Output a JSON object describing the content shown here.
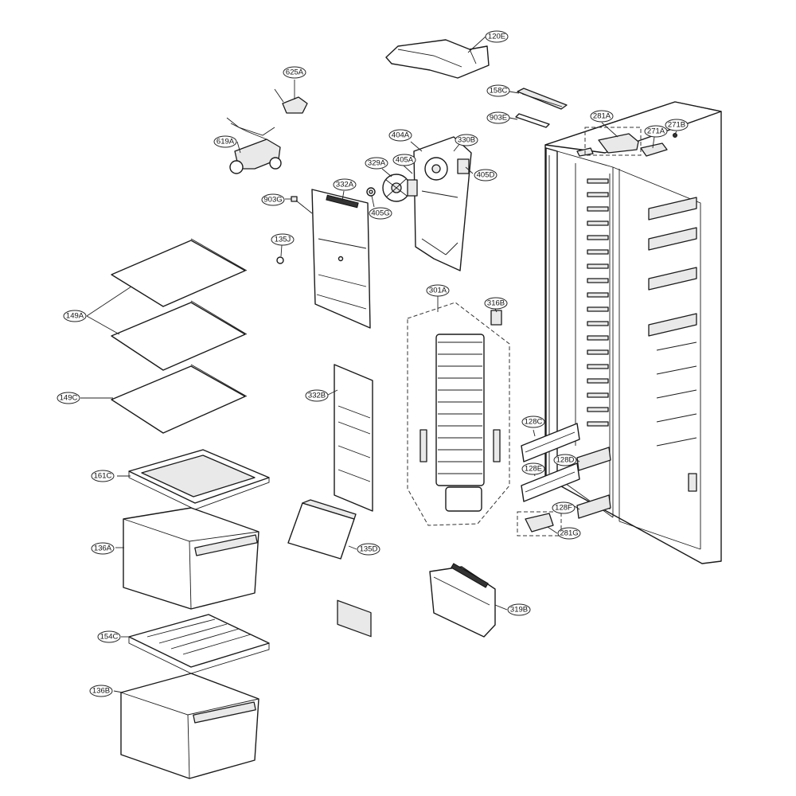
{
  "callouts": [
    {
      "id": "c120E",
      "label": "120E"
    },
    {
      "id": "c625A",
      "label": "625A"
    },
    {
      "id": "c158C",
      "label": "158C"
    },
    {
      "id": "c903E",
      "label": "903E"
    },
    {
      "id": "c281A",
      "label": "281A"
    },
    {
      "id": "c271A",
      "label": "271A"
    },
    {
      "id": "c271B",
      "label": "271B"
    },
    {
      "id": "c619A",
      "label": "619A"
    },
    {
      "id": "c404A",
      "label": "404A"
    },
    {
      "id": "c330B",
      "label": "330B"
    },
    {
      "id": "c405A",
      "label": "405A"
    },
    {
      "id": "c329A",
      "label": "329A"
    },
    {
      "id": "c405D",
      "label": "405D"
    },
    {
      "id": "c332A",
      "label": "332A"
    },
    {
      "id": "c903G",
      "label": "903G"
    },
    {
      "id": "c405G",
      "label": "405G"
    },
    {
      "id": "c135J",
      "label": "135J"
    },
    {
      "id": "c301A",
      "label": "301A"
    },
    {
      "id": "c316B",
      "label": "316B"
    },
    {
      "id": "c149A",
      "label": "149A"
    },
    {
      "id": "c332B",
      "label": "332B"
    },
    {
      "id": "c149C",
      "label": "149C"
    },
    {
      "id": "c128C",
      "label": "128C"
    },
    {
      "id": "c128D",
      "label": "128D"
    },
    {
      "id": "c128E",
      "label": "128E"
    },
    {
      "id": "c161C",
      "label": "161C"
    },
    {
      "id": "c128F",
      "label": "128F"
    },
    {
      "id": "c281G",
      "label": "281G"
    },
    {
      "id": "c136A",
      "label": "136A"
    },
    {
      "id": "c135D",
      "label": "135D"
    },
    {
      "id": "c319B",
      "label": "319B"
    },
    {
      "id": "c154C",
      "label": "154C"
    },
    {
      "id": "c136B",
      "label": "136B"
    }
  ]
}
